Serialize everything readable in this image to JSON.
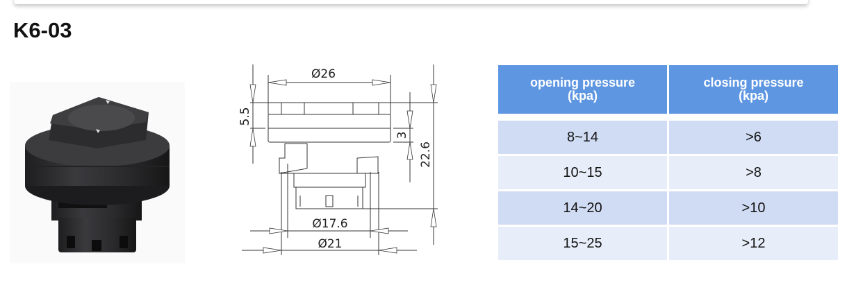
{
  "model": "K6-03",
  "colors": {
    "header_bg": "#5e96e2",
    "row_odd": "#d0dcf3",
    "row_even": "#e8eef9",
    "header_text": "#ffffff"
  },
  "photo": {
    "alt": "Black plastic hexagonal vent valve"
  },
  "drawing": {
    "dimensions": {
      "top_diameter": "Ø26",
      "cap_height": "5.5",
      "flange_thickness": "3",
      "total_height": "22.6",
      "inner_diameter": "Ø17.6",
      "base_diameter": "Ø21"
    }
  },
  "table": {
    "headers": [
      "opening pressure (kpa)",
      "closing pressure (kpa)"
    ],
    "header_lines": [
      [
        "opening pressure",
        "(kpa)"
      ],
      [
        "closing pressure",
        "(kpa)"
      ]
    ],
    "rows": [
      [
        "8~14",
        ">6"
      ],
      [
        "10~15",
        ">8"
      ],
      [
        "14~20",
        ">10"
      ],
      [
        "15~25",
        ">12"
      ]
    ]
  }
}
